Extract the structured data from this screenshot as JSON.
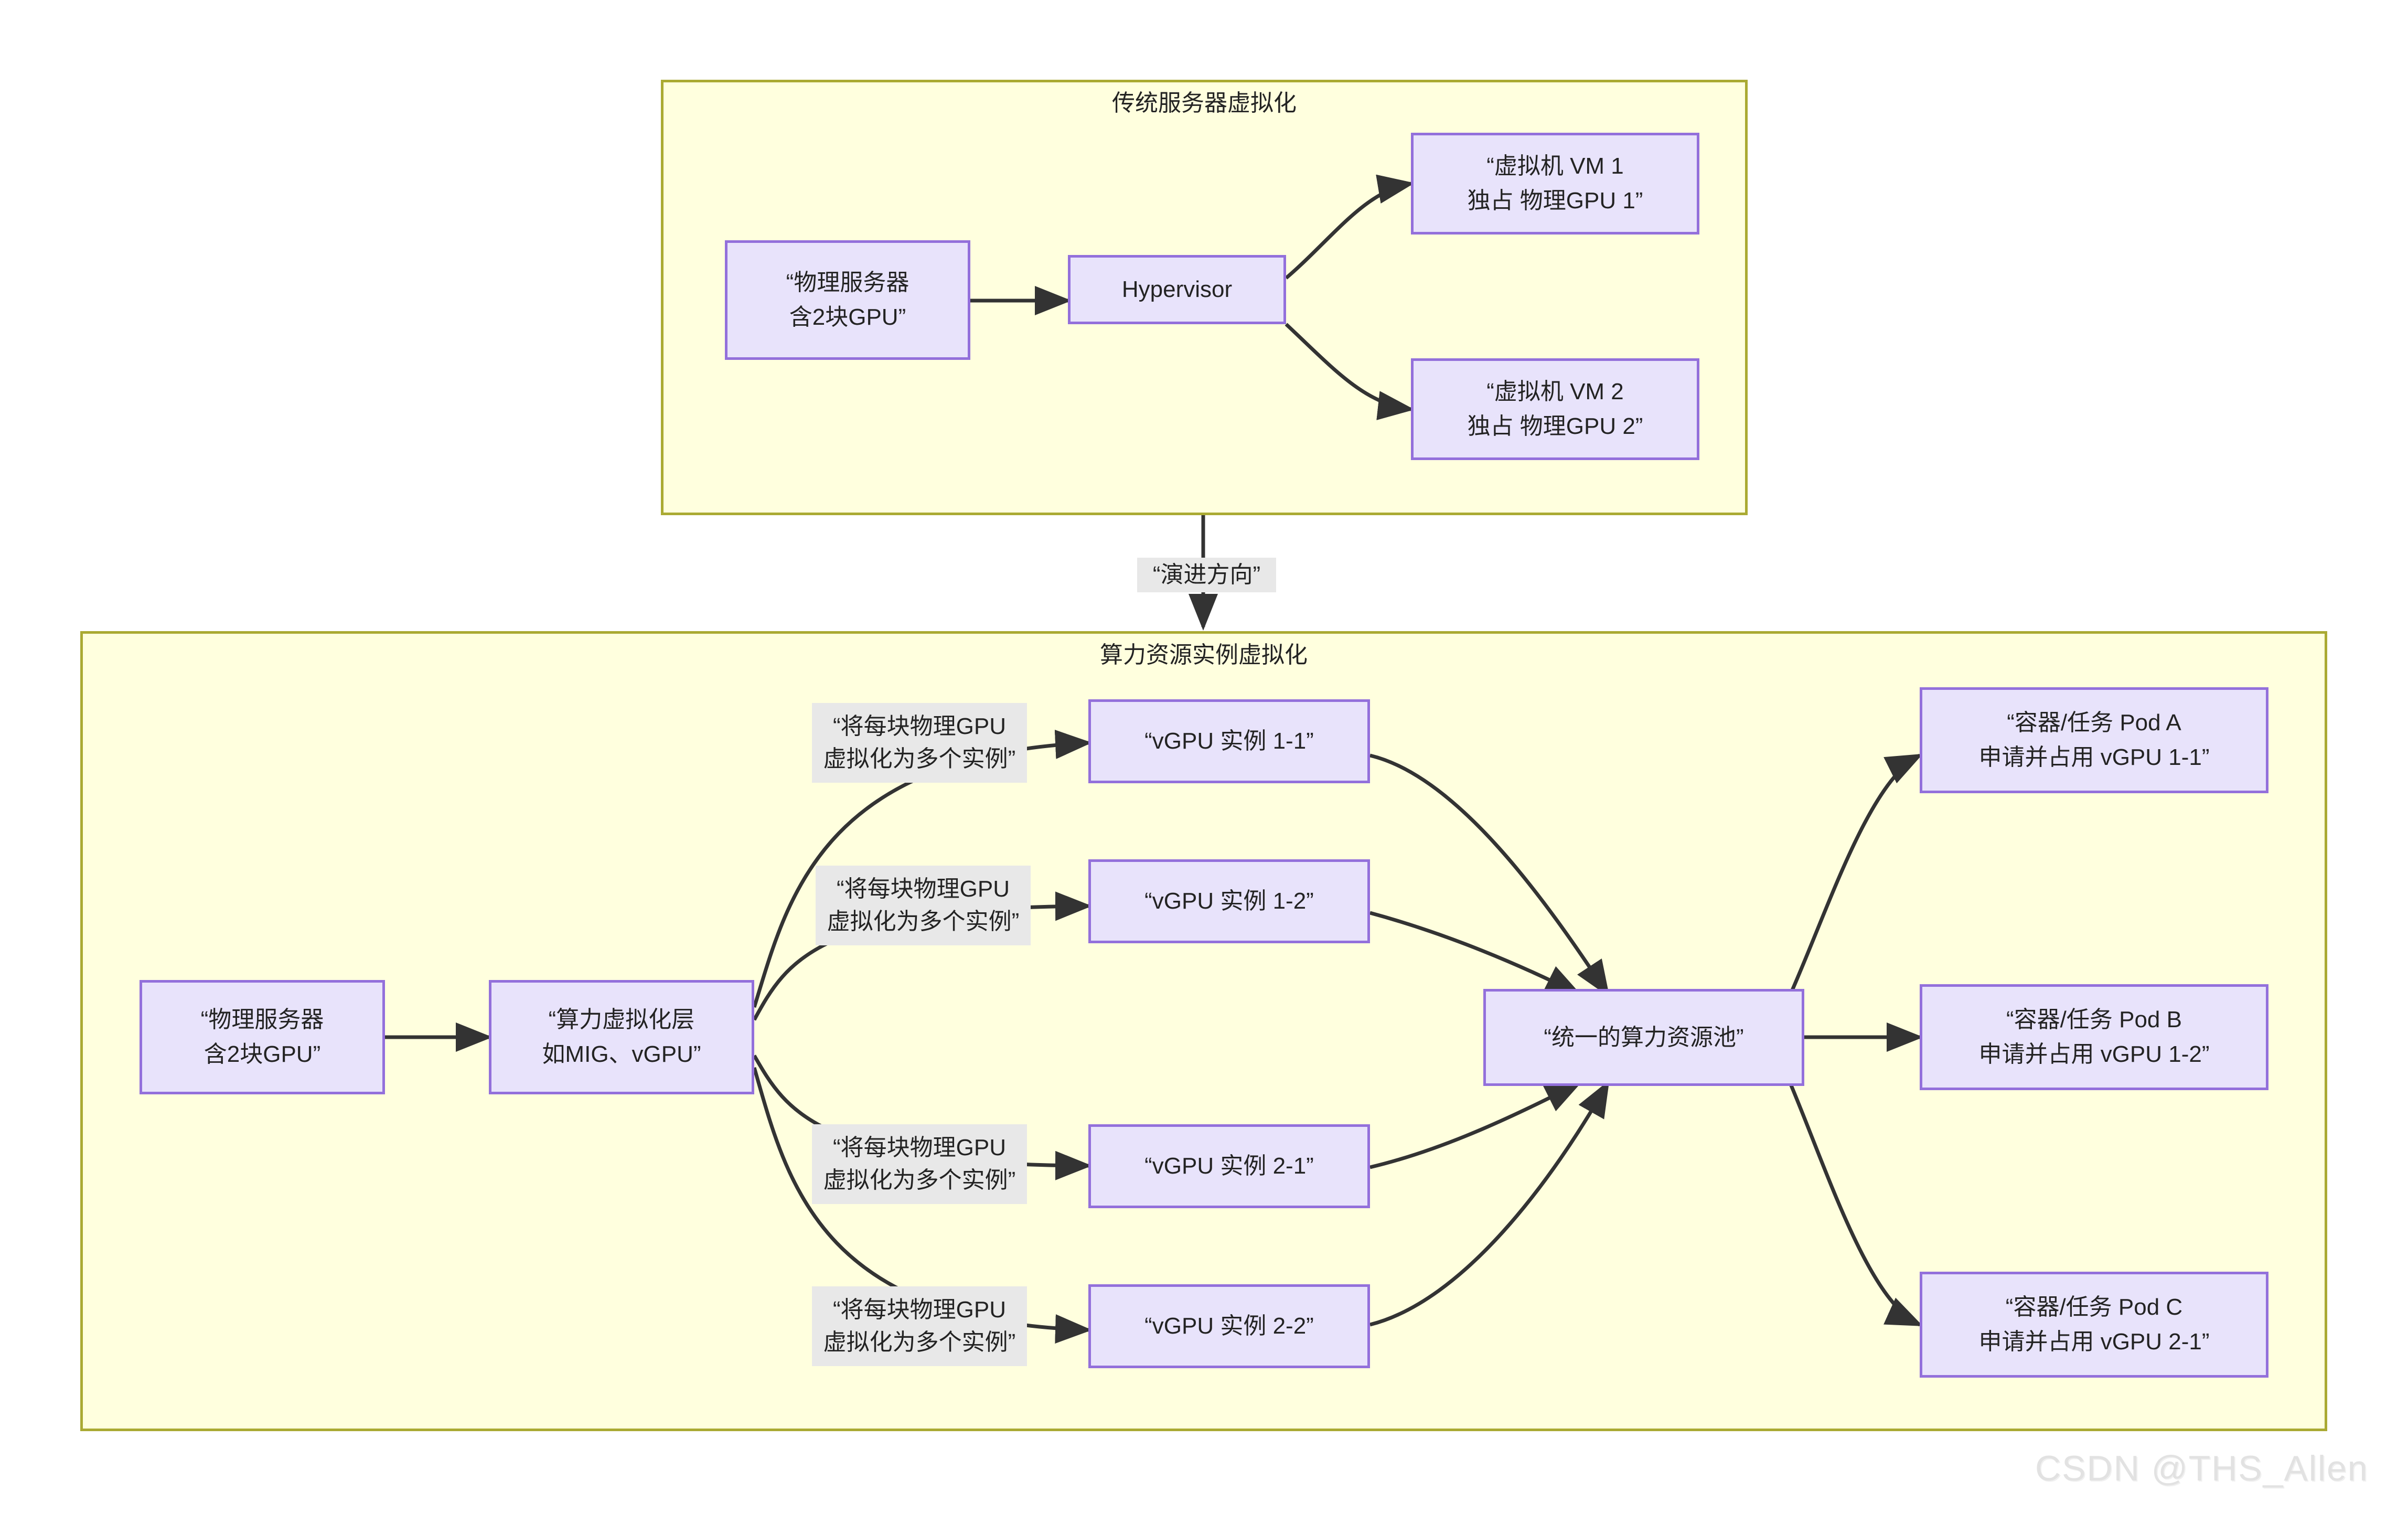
{
  "diagram": {
    "title_top": "传统服务器虚拟化",
    "title_bottom": "算力资源实例虚拟化",
    "transition_label": "“演进方向”",
    "watermark": "CSDN @THS_Allen",
    "colors": {
      "frame_fill": "#ffffde",
      "frame_border": "#aaaa33",
      "node_fill": "#e8e3fb",
      "node_border": "#9370DB",
      "edge_stroke": "#333333",
      "label_bg": "#e8e8e8",
      "text": "#232323",
      "watermark": "#e2e2e2"
    }
  },
  "top_section": {
    "title": "传统服务器虚拟化",
    "nodes": {
      "physical_server": "“物理服务器\n含2块GPU”",
      "hypervisor": "Hypervisor",
      "vm1": "“虚拟机 VM 1\n独占 物理GPU 1”",
      "vm2": "“虚拟机 VM 2\n独占 物理GPU 2”"
    }
  },
  "bottom_section": {
    "title": "算力资源实例虚拟化",
    "nodes": {
      "physical_server": "“物理服务器\n含2块GPU”",
      "virt_layer": "“算力虚拟化层\n如MIG、vGPU”",
      "vgpu_1_1": "“vGPU 实例 1-1”",
      "vgpu_1_2": "“vGPU 实例 1-2”",
      "vgpu_2_1": "“vGPU 实例 2-1”",
      "vgpu_2_2": "“vGPU 实例 2-2”",
      "resource_pool": "“统一的算力资源池”",
      "pod_a": "“容器/任务 Pod A\n申请并占用 vGPU 1-1”",
      "pod_b": "“容器/任务 Pod B\n申请并占用 vGPU 1-2”",
      "pod_c": "“容器/任务 Pod C\n申请并占用 vGPU 2-1”"
    },
    "edge_labels": {
      "split_1": "“将每块物理GPU\n虚拟化为多个实例”",
      "split_2": "“将每块物理GPU\n虚拟化为多个实例”",
      "split_3": "“将每块物理GPU\n虚拟化为多个实例”",
      "split_4": "“将每块物理GPU\n虚拟化为多个实例”"
    }
  }
}
